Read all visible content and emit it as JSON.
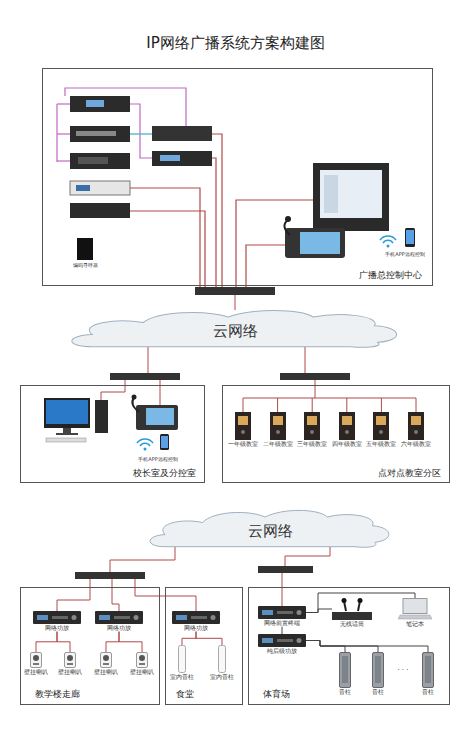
{
  "diagram": {
    "title": "IP网络广播系统方案构建图",
    "nodes": [
      {
        "text": [
          "广播总控制中心"
        ]
      },
      {
        "text": [
          "云网络"
        ]
      },
      {
        "text": [
          "校长室及分控室"
        ]
      },
      {
        "text": [
          "点对点教室分区"
        ]
      },
      {
        "text": [
          "一年级教室"
        ],
        "in": 3
      },
      {
        "text": [
          "二年级教室"
        ],
        "in": 3
      },
      {
        "text": [
          "三年级教室"
        ],
        "in": 3
      },
      {
        "text": [
          "四年级教室"
        ],
        "in": 3
      },
      {
        "text": [
          "五年级教室"
        ],
        "in": 3
      },
      {
        "text": [
          "六年级教室"
        ],
        "in": 3
      },
      {
        "text": [
          "云网络"
        ]
      },
      {
        "text": [
          "教学楼走廊"
        ]
      },
      {
        "text": [
          "网络功放"
        ],
        "in": 11
      },
      {
        "text": [
          "网络功放"
        ],
        "in": 11
      },
      {
        "text": [
          "壁挂喇叭"
        ],
        "in": 11
      },
      {
        "text": [
          "壁挂喇叭"
        ],
        "in": 11
      },
      {
        "text": [
          "壁挂喇叭"
        ],
        "in": 11
      },
      {
        "text": [
          "壁挂喇叭"
        ],
        "in": 11
      },
      {
        "text": [
          "食堂"
        ]
      },
      {
        "text": [
          "网络功放"
        ],
        "in": 18
      },
      {
        "text": [
          "室内音柱"
        ],
        "in": 18
      },
      {
        "text": [
          "室内音柱"
        ],
        "in": 18
      },
      {
        "text": [
          "体育场"
        ]
      },
      {
        "text": [
          "网络前置终端"
        ],
        "in": 22
      },
      {
        "text": [
          "纯后级功放"
        ],
        "in": 22
      },
      {
        "text": [
          "无线话筒"
        ],
        "in": 22
      },
      {
        "text": [
          "笔记本"
        ],
        "in": 22
      },
      {
        "text": [
          "音柱"
        ],
        "in": 22
      },
      {
        "text": [
          "音柱"
        ],
        "in": 22
      },
      {
        "text": [
          "音柱"
        ],
        "in": 22
      }
    ],
    "edges": [
      {
        "from": 12,
        "to": 14,
        "arrow": "none"
      },
      {
        "from": 12,
        "to": 15,
        "arrow": "none"
      },
      {
        "from": 13,
        "to": 16,
        "arrow": "none"
      },
      {
        "from": 13,
        "to": 17,
        "arrow": "none"
      },
      {
        "from": 19,
        "to": 20,
        "arrow": "none"
      },
      {
        "from": 19,
        "to": 21,
        "arrow": "none"
      },
      {
        "from": 25,
        "to": 23,
        "arrow": "none"
      },
      {
        "from": 26,
        "to": 23,
        "arrow": "none"
      },
      {
        "from": 23,
        "to": 24,
        "arrow": "none"
      },
      {
        "from": 24,
        "to": 27,
        "arrow": "none"
      },
      {
        "from": 24,
        "to": 28,
        "arrow": "none"
      },
      {
        "from": 24,
        "to": 29,
        "arrow": "none"
      }
    ],
    "labels": [
      "编码寻呼器",
      "手机APP远程控制",
      "手机APP远程控制",
      "· · ·"
    ]
  }
}
